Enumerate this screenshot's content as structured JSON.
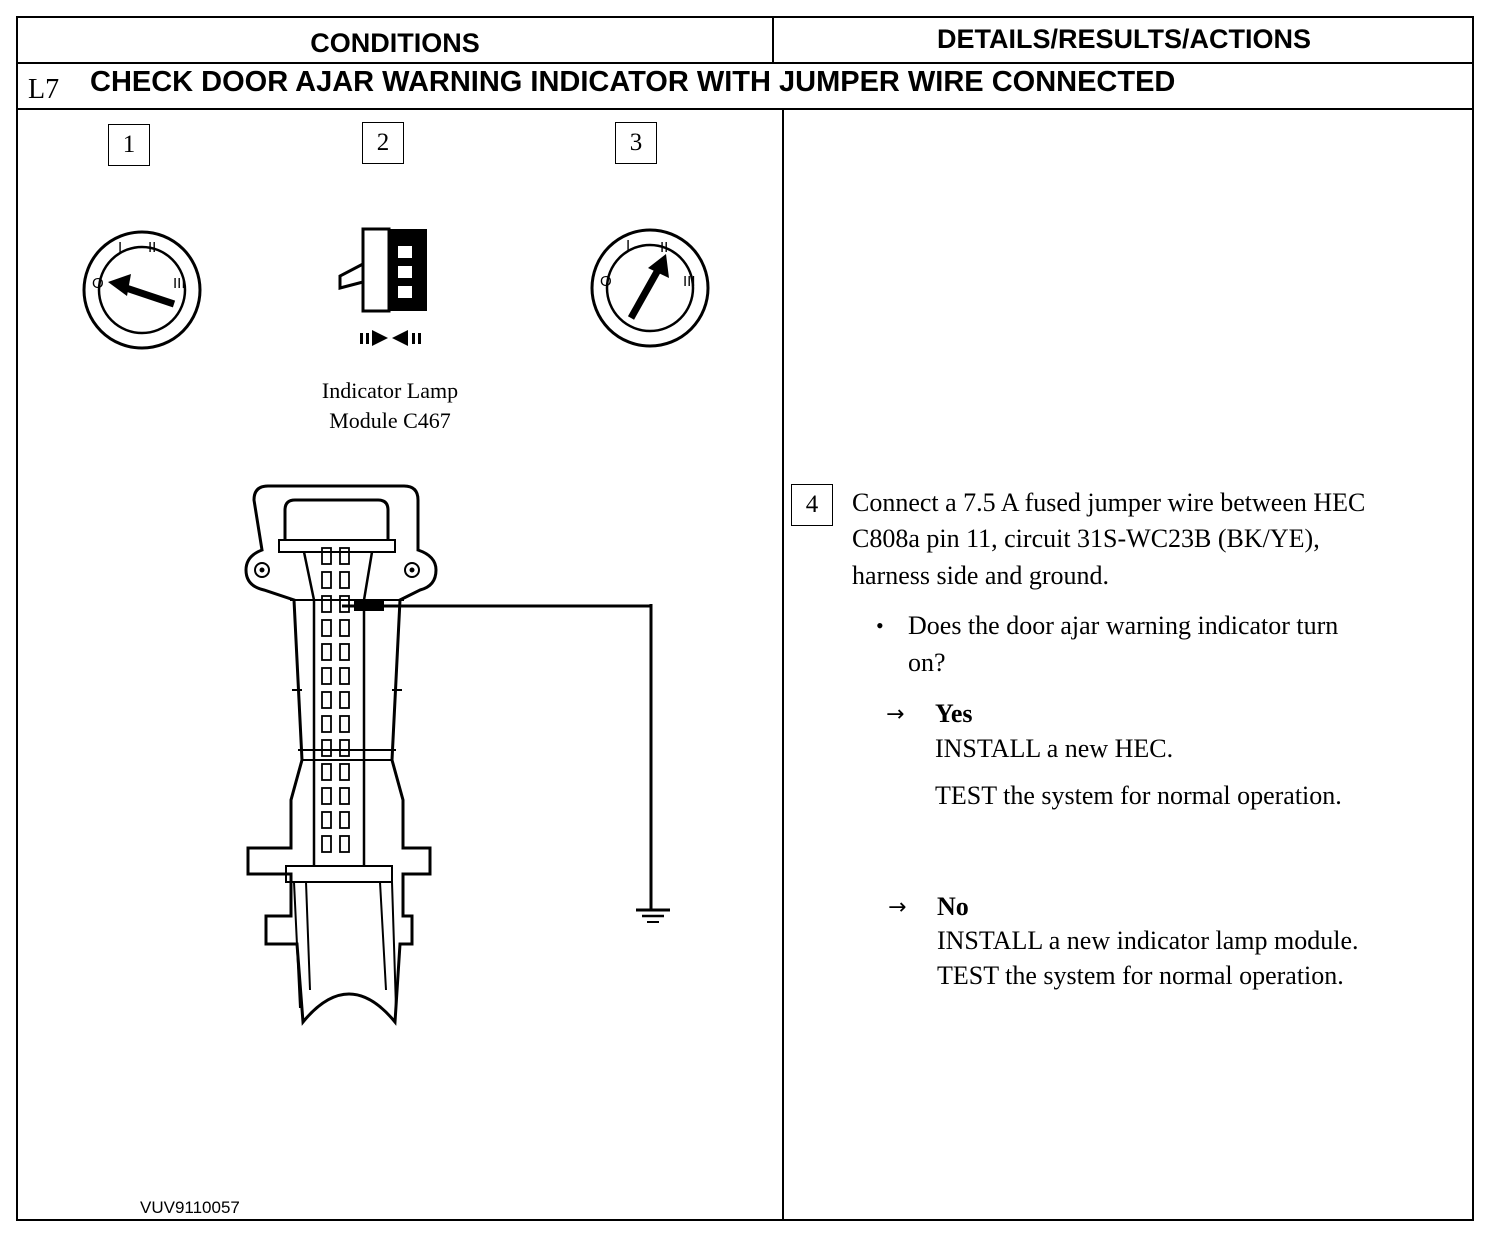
{
  "header": {
    "conditions_label": "CONDITIONS",
    "details_label": "DETAILS/RESULTS/ACTIONS"
  },
  "step": {
    "code": "L7",
    "title": "CHECK DOOR AJAR WARNING INDICATOR WITH JUMPER WIRE CONNECTED"
  },
  "figure": {
    "steps": [
      "1",
      "2",
      "3"
    ],
    "key_positions": {
      "switch_1": [
        "O",
        "I",
        "II",
        "III"
      ],
      "switch_3": [
        "O",
        "I",
        "II",
        "III"
      ]
    },
    "icons": [
      "ignition-switch-off-icon",
      "connector-disconnect-icon",
      "ignition-switch-run-icon",
      "connector-diagram",
      "ground-symbol-icon"
    ],
    "caption_line1": "Indicator Lamp",
    "caption_line2": "Module C467",
    "figure_id": "VUV9110057"
  },
  "action": {
    "step_number": "4",
    "line1": "Connect a 7.5 A fused jumper wire between HEC",
    "line2": "C808a pin 11, circuit 31S-WC23B (BK/YE),",
    "line3": "harness side and ground.",
    "question_line1": "Does the door ajar warning indicator turn",
    "question_line2": "on?",
    "yes_label": "Yes",
    "yes_action1": "INSTALL a new HEC.",
    "yes_action2": "TEST the system for normal operation.",
    "no_label": "No",
    "no_action1": "INSTALL a new indicator lamp module.",
    "no_action2": "TEST the system for normal operation."
  }
}
